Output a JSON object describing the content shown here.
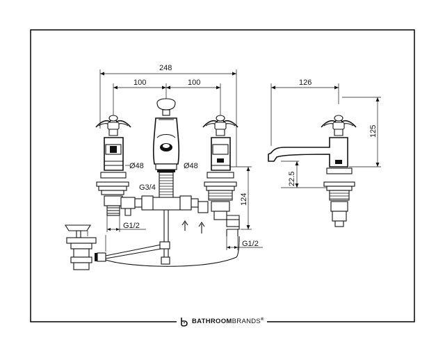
{
  "dimensions": {
    "overall_width": "248",
    "spacing_left": "100",
    "spacing_right": "100",
    "side_depth": "126",
    "side_height": "125",
    "spout_height": "22.5",
    "body_height": "124",
    "diameter_left": "Ø48",
    "diameter_right": "Ø48",
    "thread_center": "G3/4",
    "thread_left": "G1/2",
    "thread_right": "G1/2"
  },
  "brand": {
    "name_bold": "BATHROOM",
    "name_light": "BRANDS",
    "mark": "®"
  }
}
